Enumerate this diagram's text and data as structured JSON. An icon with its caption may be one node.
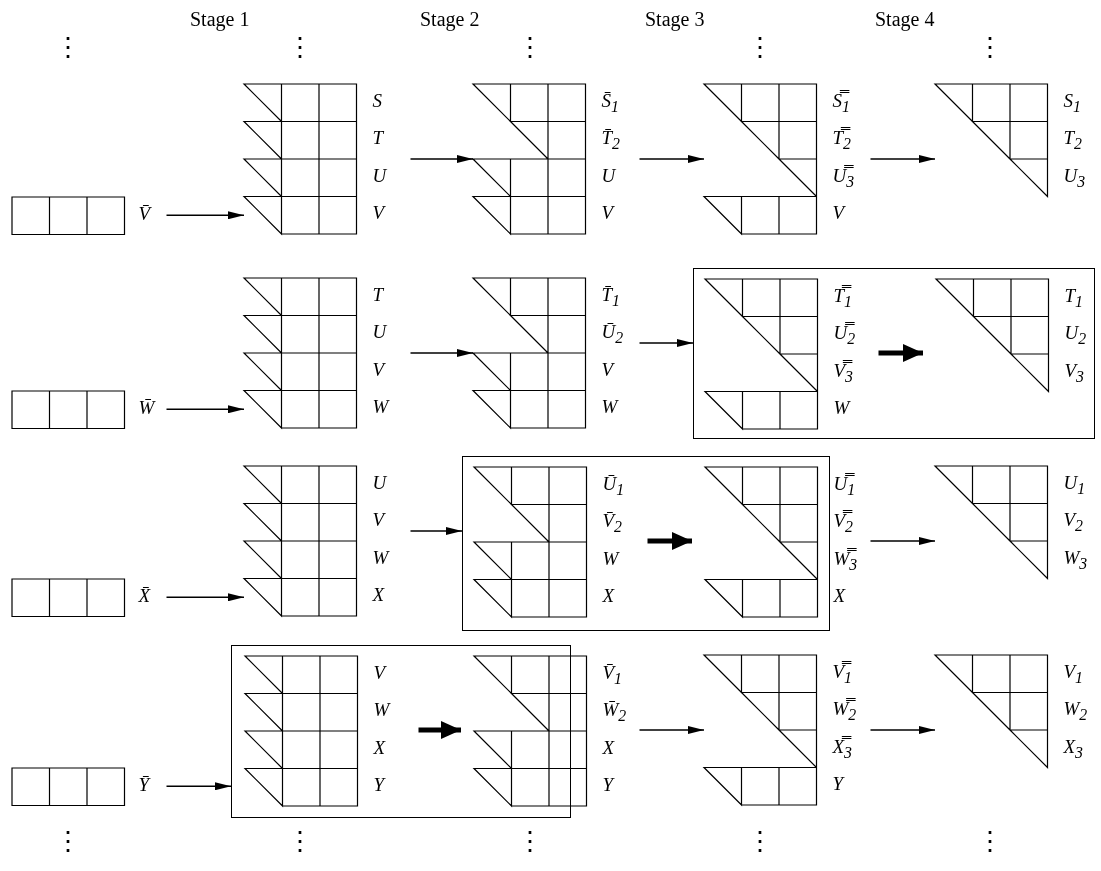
{
  "diagram": {
    "nodes": [
      {
        "text": [],
        "shape": "box",
        "beside": [
          "V̄"
        ]
      },
      {
        "text": [],
        "shape": "box",
        "beside": [
          "S",
          "T",
          "U",
          "V"
        ]
      },
      {
        "text": [],
        "shape": "box",
        "beside": [
          "S̄$_{1}$",
          "T̄$_{2}$",
          "U",
          "V"
        ]
      },
      {
        "text": [],
        "shape": "box",
        "beside": [
          "S̿$_{1}$",
          "T̿$_{2}$",
          "U̿$_{3}$",
          "V"
        ]
      },
      {
        "text": [],
        "shape": "box",
        "beside": [
          "S$_{1}$",
          "T$_{2}$",
          "U$_{3}$"
        ]
      },
      {
        "text": [],
        "shape": "box",
        "beside": [
          "W̄"
        ]
      },
      {
        "text": [],
        "shape": "box",
        "beside": [
          "T",
          "U",
          "V",
          "W"
        ]
      },
      {
        "text": [],
        "shape": "box",
        "beside": [
          "T̄$_{1}$",
          "Ū$_{2}$",
          "V",
          "W"
        ]
      },
      {
        "text": [],
        "shape": "box"
      },
      {
        "text": [],
        "shape": "box",
        "in": 8,
        "beside": [
          "T̿$_{1}$",
          "U̿$_{2}$",
          "V̿$_{3}$",
          "W"
        ]
      },
      {
        "text": [],
        "shape": "box",
        "in": 8,
        "beside": [
          "T$_{1}$",
          "U$_{2}$",
          "V$_{3}$"
        ]
      },
      {
        "text": [],
        "shape": "box",
        "beside": [
          "X̄"
        ]
      },
      {
        "text": [],
        "shape": "box",
        "beside": [
          "U",
          "V",
          "W",
          "X"
        ]
      },
      {
        "text": [],
        "shape": "box"
      },
      {
        "text": [],
        "shape": "box",
        "in": 13,
        "beside": [
          "Ū$_{1}$",
          "V̄$_{2}$",
          "W",
          "X"
        ]
      },
      {
        "text": [],
        "shape": "box",
        "in": 13,
        "beside": [
          "U̿$_{1}$",
          "V̿$_{2}$",
          "W̿$_{3}$",
          "X"
        ]
      },
      {
        "text": [],
        "shape": "box",
        "beside": [
          "U$_{1}$",
          "V$_{2}$",
          "W$_{3}$"
        ]
      },
      {
        "text": [],
        "shape": "box",
        "beside": [
          "Ȳ"
        ]
      },
      {
        "text": [],
        "shape": "box"
      },
      {
        "text": [],
        "shape": "box",
        "in": 18,
        "beside": [
          "V",
          "W",
          "X",
          "Y"
        ]
      },
      {
        "text": [],
        "shape": "box",
        "in": 18,
        "beside": [
          "V̄$_{1}$",
          "W̄$_{2}$",
          "X",
          "Y"
        ]
      },
      {
        "text": [],
        "shape": "box",
        "beside": [
          "V̿$_{1}$",
          "W̿$_{2}$",
          "X̿$_{3}$",
          "Y"
        ]
      },
      {
        "text": [],
        "shape": "box",
        "beside": [
          "V$_{1}$",
          "W$_{2}$",
          "X$_{3}$"
        ]
      }
    ],
    "edges": [
      {
        "from": 0,
        "to": 1,
        "arrow": "to"
      },
      {
        "from": 1,
        "to": 2,
        "arrow": "to"
      },
      {
        "from": 2,
        "to": 3,
        "arrow": "to"
      },
      {
        "from": 3,
        "to": 4,
        "arrow": "to"
      },
      {
        "from": 5,
        "to": 6,
        "arrow": "to"
      },
      {
        "from": 6,
        "to": 7,
        "arrow": "to"
      },
      {
        "from": 7,
        "to": 8,
        "arrow": "to"
      },
      {
        "from": 9,
        "to": 10,
        "arrow": "to",
        "style": "thick"
      },
      {
        "from": 11,
        "to": 12,
        "arrow": "to"
      },
      {
        "from": 12,
        "to": 13,
        "arrow": "to"
      },
      {
        "from": 14,
        "to": 15,
        "arrow": "to",
        "style": "thick"
      },
      {
        "from": 15,
        "to": 16,
        "arrow": "to"
      },
      {
        "from": 17,
        "to": 18,
        "arrow": "to"
      },
      {
        "from": 19,
        "to": 20,
        "arrow": "to",
        "style": "thick"
      },
      {
        "from": 20,
        "to": 21,
        "arrow": "to"
      },
      {
        "from": 21,
        "to": 22,
        "arrow": "to"
      }
    ],
    "labels": [
      "Stage 1",
      "Stage 2",
      "Stage 3",
      "Stage 4",
      "⋮",
      "⋮",
      "⋮",
      "⋮",
      "⋮",
      "⋮",
      "⋮",
      "⋮",
      "⋮",
      "⋮"
    ]
  }
}
